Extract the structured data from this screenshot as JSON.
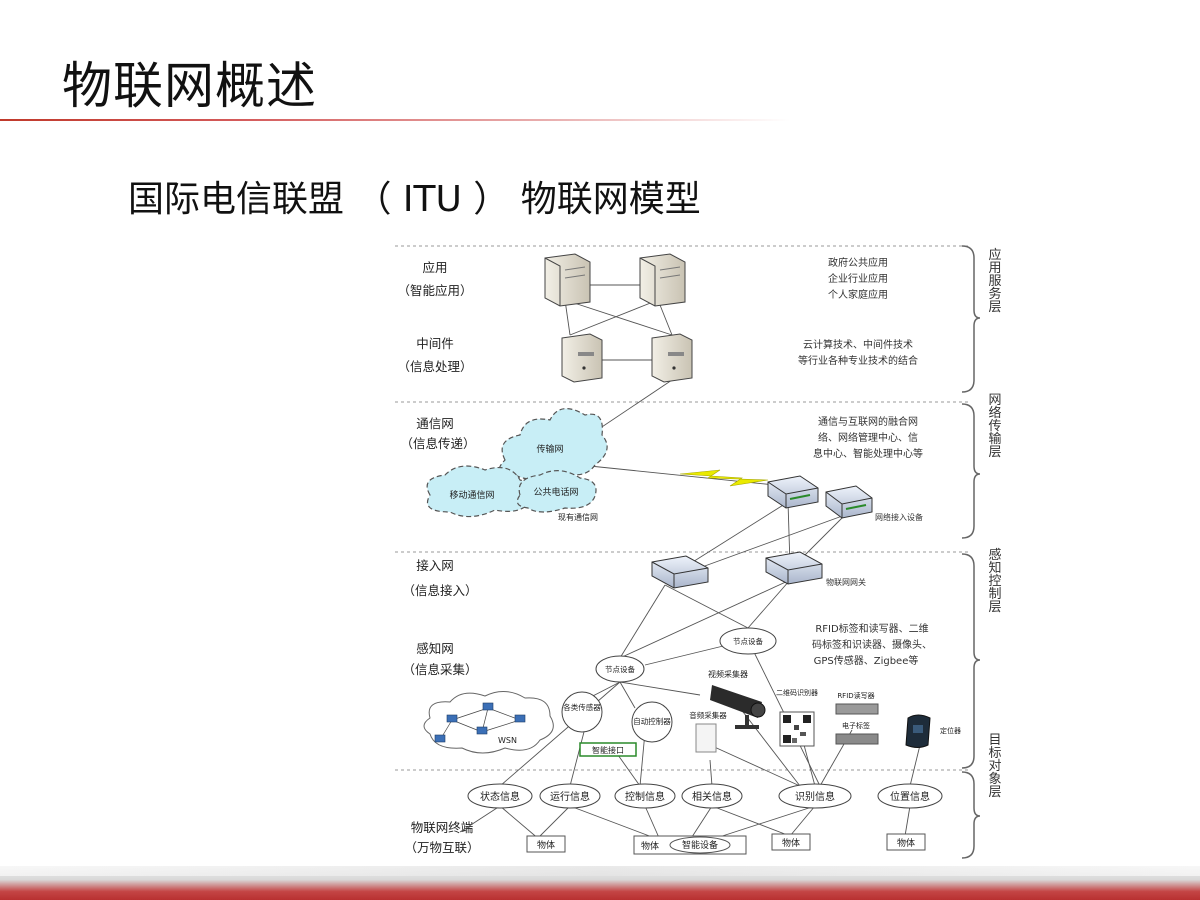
{
  "slide": {
    "title": "物联网概述",
    "subtitle": "国际电信联盟 （ ITU ） 物联网模型"
  },
  "diagram": {
    "left_labels": {
      "app_name": "应用",
      "app_sub": "（智能应用）",
      "middleware_name": "中间件",
      "middleware_sub": "（信息处理）",
      "comm_name": "通信网",
      "comm_sub": "（信息传递）",
      "access_name": "接入网",
      "access_sub": "（信息接入）",
      "sensing_name": "感知网",
      "sensing_sub": "（信息采集）",
      "terminal_name": "物联网终端",
      "terminal_sub": "（万物互联）"
    },
    "layer_labels": {
      "app_service": "应用服务层",
      "network_transport": "网络传输层",
      "sensing_control": "感知控制层",
      "target_object": "目标对象层"
    },
    "descriptions": {
      "app_line1": "政府公共应用",
      "app_line2": "企业行业应用",
      "app_line3": "个人家庭应用",
      "mid_line1": "云计算技术、中间件技术",
      "mid_line2": "等行业各种专业技术的结合",
      "net_line1": "通信与互联网的融合网",
      "net_line2": "络、网络管理中心、信",
      "net_line3": "息中心、智能处理中心等",
      "sense_line1": "RFID标签和读写器、二维",
      "sense_line2": "码标签和识读器、摄像头、",
      "sense_line3": "GPS传感器、Zigbee等"
    },
    "network": {
      "transmission_net": "传输网",
      "mobile_net": "移动通信网",
      "pstn": "公共电话网",
      "wired_net": "现有通信网",
      "net_access_device": "网络接入设备",
      "iot_gateway": "物联网网关",
      "node_device_1": "节点设备",
      "node_device_2": "节点设备"
    },
    "devices": {
      "sensor": "各类传感器",
      "auto_controller": "自动控制器",
      "smart_interface": "智能接口",
      "audio_collector": "音频采集器",
      "video_collector": "视频采集器",
      "qr_reader": "二维码识别器",
      "rfid_reader": "RFID读写器",
      "e_tag": "电子标签",
      "locator": "定位器",
      "wsn": "WSN"
    },
    "info_nodes": [
      "状态信息",
      "运行信息",
      "控制信息",
      "相关信息",
      "识别信息",
      "位置信息"
    ],
    "objects": {
      "object": "物体",
      "smart_device": "智能设备"
    }
  },
  "colors": {
    "accent_red": "#c0392b",
    "cloud_fill": "#c8eef6",
    "lightning": "#e6e600"
  }
}
